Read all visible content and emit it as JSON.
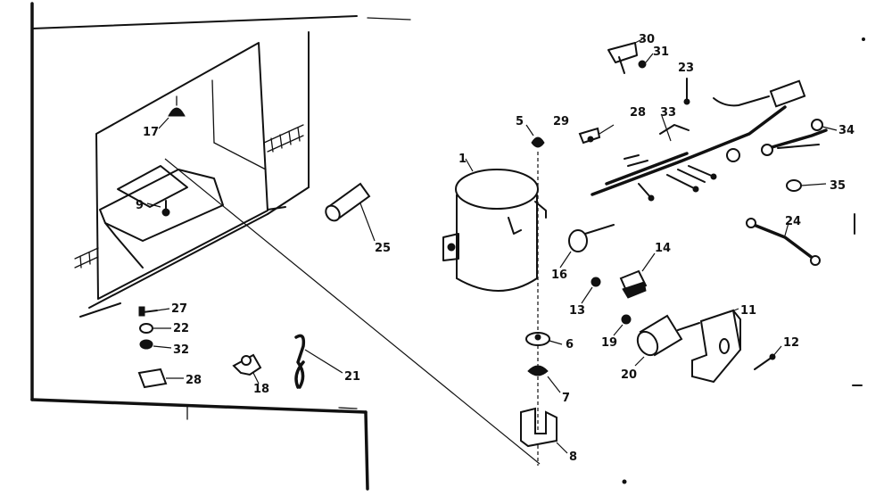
{
  "diagram": {
    "ink_color": "#111111",
    "paper_color": "#ffffff",
    "callouts": [
      {
        "id": "c1",
        "label": "1"
      },
      {
        "id": "c5",
        "label": "5"
      },
      {
        "id": "c6",
        "label": "6"
      },
      {
        "id": "c7",
        "label": "7"
      },
      {
        "id": "c8",
        "label": "8"
      },
      {
        "id": "c9",
        "label": "9"
      },
      {
        "id": "c11",
        "label": "11"
      },
      {
        "id": "c12",
        "label": "12"
      },
      {
        "id": "c13",
        "label": "13"
      },
      {
        "id": "c14",
        "label": "14"
      },
      {
        "id": "c16",
        "label": "16"
      },
      {
        "id": "c17",
        "label": "17"
      },
      {
        "id": "c18",
        "label": "18"
      },
      {
        "id": "c19",
        "label": "19"
      },
      {
        "id": "c20",
        "label": "20"
      },
      {
        "id": "c21",
        "label": "21"
      },
      {
        "id": "c22",
        "label": "22"
      },
      {
        "id": "c23",
        "label": "23"
      },
      {
        "id": "c24",
        "label": "24"
      },
      {
        "id": "c25",
        "label": "25"
      },
      {
        "id": "c27",
        "label": "27"
      },
      {
        "id": "c28",
        "label": "28"
      },
      {
        "id": "c28b",
        "label": "28"
      },
      {
        "id": "c29",
        "label": "29"
      },
      {
        "id": "c30",
        "label": "30"
      },
      {
        "id": "c31",
        "label": "31"
      },
      {
        "id": "c32",
        "label": "32"
      },
      {
        "id": "c33",
        "label": "33"
      },
      {
        "id": "c34",
        "label": "34"
      },
      {
        "id": "c35",
        "label": "35"
      }
    ]
  }
}
